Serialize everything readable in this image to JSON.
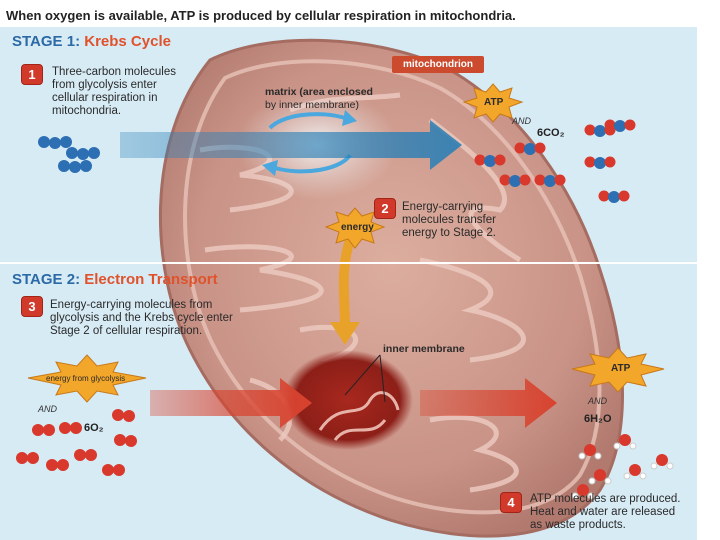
{
  "header": "When oxygen is available, ATP is produced by cellular respiration in mitochondria.",
  "stage1": {
    "label": "STAGE 1:",
    "name": "Krebs Cycle"
  },
  "stage2": {
    "label": "STAGE 2:",
    "name": "Electron Transport"
  },
  "steps": [
    {
      "num": "1",
      "text": [
        "Three-carbon molecules",
        "from glycolysis enter",
        "cellular respiration in",
        "mitochondria."
      ]
    },
    {
      "num": "2",
      "text": [
        "Energy-carrying",
        "molecules transfer",
        "energy to Stage 2."
      ]
    },
    {
      "num": "3",
      "text": [
        "Energy-carrying molecules from",
        "glycolysis and the Krebs cycle enter",
        "Stage 2 of cellular respiration."
      ]
    },
    {
      "num": "4",
      "text": [
        "ATP molecules are produced.",
        "Heat and water are released",
        "as waste products."
      ]
    }
  ],
  "labels": {
    "mitochondrion": "mitochondrion",
    "matrix_line1": "matrix (area enclosed",
    "matrix_line2": "by inner membrane)",
    "inner_membrane": "inner membrane",
    "energy": "energy",
    "energy_from_glycolysis": "energy from glycolysis",
    "atp_top": "ATP",
    "atp_bottom": "ATP",
    "and1": "AND",
    "and2": "AND",
    "and3": "AND",
    "co2": "6CO₂",
    "o2": "6O₂",
    "h2o": "6H₂O"
  },
  "colors": {
    "background": "#d7ebf5",
    "stage_label": "#2b6aa6",
    "stage_name": "#e0522c",
    "step_badge": "#d13a2a",
    "mito_outer": "#c8968a",
    "mito_inner": "#d9a99d",
    "blue_arrow": "#2a7fb6",
    "red_arrow": "#d8432f",
    "orange_arrow": "#e8a22a",
    "starburst": "#f2a62a"
  }
}
